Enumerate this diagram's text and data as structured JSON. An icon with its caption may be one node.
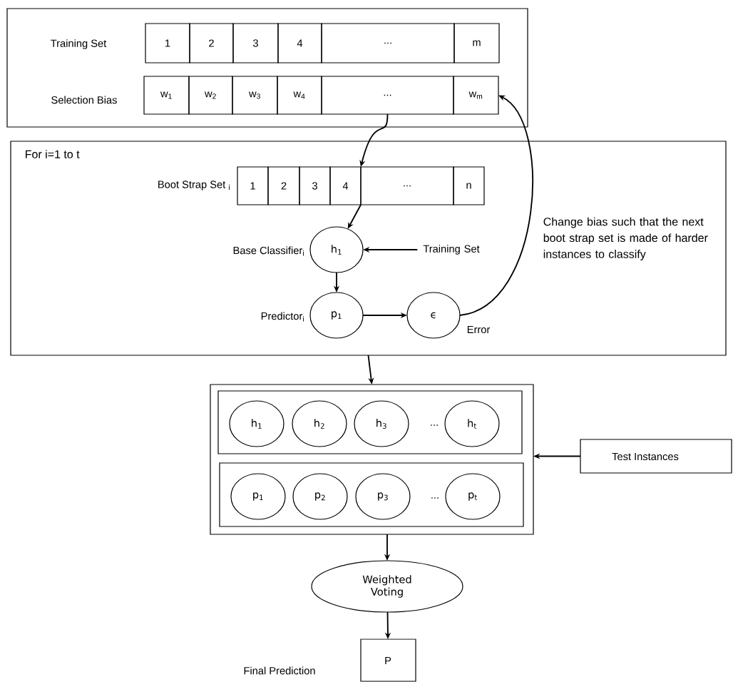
{
  "diagram": {
    "nodes": [
      {
        "text": [],
        "shape": "box"
      },
      {
        "text": [
          "1"
        ],
        "in": 0,
        "beside": [
          "Training Set"
        ]
      },
      {
        "text": [
          "2"
        ],
        "in": 0
      },
      {
        "text": [
          "3"
        ],
        "in": 0
      },
      {
        "text": [
          "4"
        ],
        "in": 0
      },
      {
        "text": [
          "..."
        ],
        "in": 0
      },
      {
        "text": [
          "m"
        ],
        "in": 0
      },
      {
        "text": [
          "w$_{1}$"
        ],
        "in": 0,
        "beside": [
          "Selection Bias"
        ]
      },
      {
        "text": [
          "w$_{2}$"
        ],
        "in": 0
      },
      {
        "text": [
          "w$_{3}$"
        ],
        "in": 0
      },
      {
        "text": [
          "w$_{4}$"
        ],
        "in": 0
      },
      {
        "text": [
          "..."
        ],
        "in": 0
      },
      {
        "text": [
          "w$_{m}$"
        ],
        "in": 0
      },
      {
        "text": [
          "For i=1 to t"
        ]
      },
      {
        "text": [
          "1"
        ],
        "in": 13,
        "beside": [
          "Boot Strap Set $_{i}$"
        ]
      },
      {
        "text": [
          "2"
        ],
        "in": 13
      },
      {
        "text": [
          "3"
        ],
        "in": 13
      },
      {
        "text": [
          "4"
        ],
        "in": 13
      },
      {
        "text": [
          "..."
        ],
        "in": 13
      },
      {
        "text": [
          "n"
        ],
        "in": 13
      },
      {
        "text": [
          "h$_{1}$"
        ],
        "in": 13,
        "beside": [
          "Base Classifier$_{i}$"
        ]
      },
      {
        "text": [
          "Training Set"
        ],
        "in": 13
      },
      {
        "text": [
          "p$_{1}$"
        ],
        "in": 13,
        "beside": [
          "Predictor$_{i}$"
        ]
      },
      {
        "text": [
          "ϵ"
        ],
        "in": 13,
        "beside": [
          "Error"
        ]
      },
      {
        "text": [],
        "shape": "box"
      },
      {
        "text": [],
        "shape": "box",
        "in": 24
      },
      {
        "text": [
          "h$_{1}$"
        ],
        "in": 25
      },
      {
        "text": [
          "h$_{2}$"
        ],
        "in": 25
      },
      {
        "text": [
          "h$_{3}$"
        ],
        "in": 25
      },
      {
        "text": [
          "h$_{t}$"
        ],
        "in": 25
      },
      {
        "text": [],
        "shape": "box",
        "in": 24
      },
      {
        "text": [
          "p$_{1}$"
        ],
        "in": 30
      },
      {
        "text": [
          "p$_{2}$"
        ],
        "in": 30
      },
      {
        "text": [
          "p$_{3}$"
        ],
        "in": 30
      },
      {
        "text": [
          "p$_{t}$"
        ],
        "in": 30
      },
      {
        "text": [
          "Test Instances"
        ]
      },
      {
        "text": [
          "Weighted Voting"
        ]
      },
      {
        "text": [
          "P"
        ]
      }
    ],
    "edges": [
      {
        "from": 11,
        "to": 17,
        "arrow": "to"
      },
      {
        "from": 17,
        "to": 20,
        "arrow": "to"
      },
      {
        "from": 21,
        "to": 20,
        "arrow": "to"
      },
      {
        "from": 20,
        "to": 22,
        "arrow": "to"
      },
      {
        "from": 22,
        "to": 23,
        "arrow": "to"
      },
      {
        "from": 23,
        "to": 12,
        "arrow": "to"
      },
      {
        "from": 13,
        "to": 24,
        "arrow": "to"
      },
      {
        "from": 35,
        "to": 24,
        "arrow": "to"
      },
      {
        "from": 24,
        "to": 36,
        "arrow": "to"
      },
      {
        "from": 36,
        "to": 37,
        "arrow": "to"
      }
    ],
    "labels": [
      "Change bias such that the next boot strap set is made of harder instances to classify",
      "...",
      "...",
      "Final Prediction"
    ]
  }
}
